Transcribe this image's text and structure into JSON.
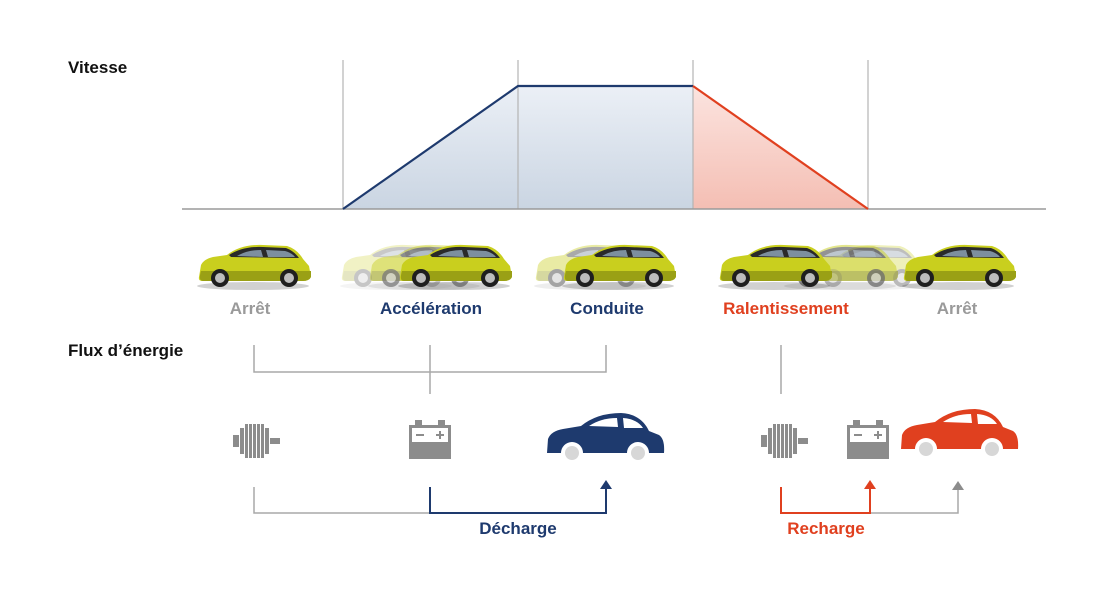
{
  "labels": {
    "speed": "Vitesse",
    "energy_flow": "Flux d’énergie"
  },
  "phases": [
    {
      "label": "Arrêt",
      "color": "#9a9a9a"
    },
    {
      "label": "Accélération",
      "color": "#1e3a6e"
    },
    {
      "label": "Conduite",
      "color": "#1e3a6e"
    },
    {
      "label": "Ralentissement",
      "color": "#e0401f"
    },
    {
      "label": "Arrêt",
      "color": "#9a9a9a"
    }
  ],
  "flows": {
    "discharge": {
      "label": "Décharge",
      "color": "#1e3a6e"
    },
    "recharge": {
      "label": "Recharge",
      "color": "#e0401f"
    }
  },
  "colors": {
    "car_body": "#c9cf1e",
    "car_roof": "#2a2a2a",
    "line_gray": "#a8a8a8",
    "icon_gray": "#8c8c8c"
  }
}
